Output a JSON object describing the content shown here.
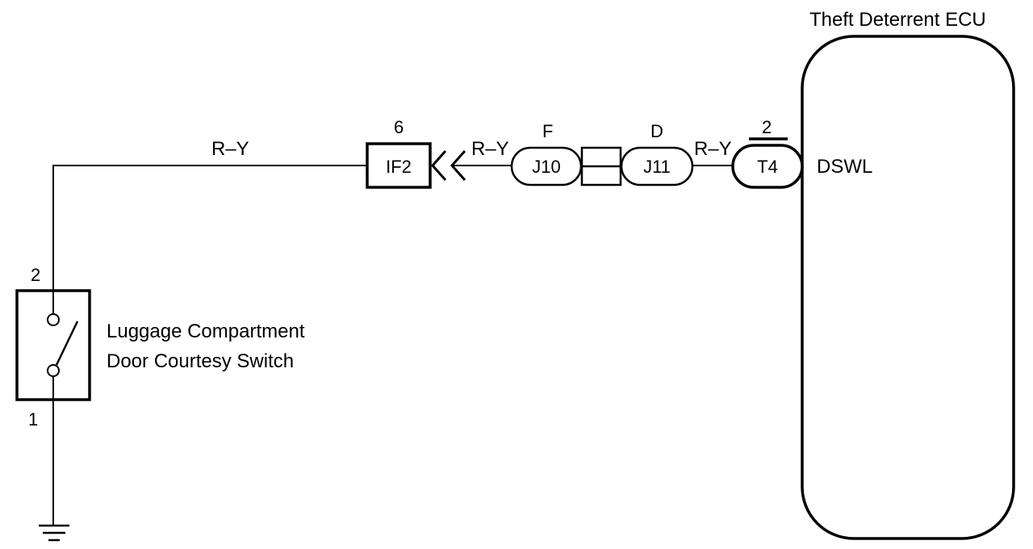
{
  "ecu": {
    "title": "Theft Deterrent ECU",
    "terminal_label": "DSWL"
  },
  "switch": {
    "label_line1": "Luggage Compartment",
    "label_line2": "Door Courtesy Switch",
    "pin_top": "2",
    "pin_bottom": "1"
  },
  "connectors": {
    "if2": {
      "name": "IF2",
      "pin": "6"
    },
    "j10": {
      "name": "J10",
      "pin": "F"
    },
    "j11": {
      "name": "J11",
      "pin": "D"
    },
    "t4": {
      "name": "T4",
      "pin": "2"
    }
  },
  "wires": {
    "main": "R–Y",
    "if2_j10": "R–Y",
    "j11_t4": "R–Y"
  }
}
